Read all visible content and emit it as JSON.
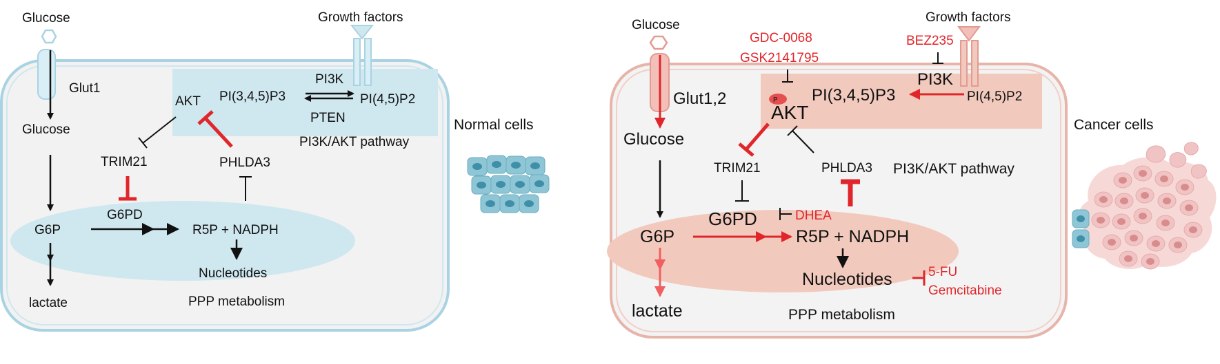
{
  "colors": {
    "normal_membrane": "#a9d3e3",
    "normal_fill": "#f2f2f2",
    "normal_accent": "#cfe7ef",
    "cancer_membrane": "#e7b4aa",
    "cancer_fill": "#f3f3f3",
    "cancer_accent": "#f2c9bd",
    "inhibit_red": "#e0262b",
    "arrow_black": "#111111",
    "normal_cell_fill": "#8fc6d6",
    "normal_cell_nucleus": "#3f8fa8",
    "cancer_cell_fill": "#f0c4c4",
    "cancer_cell_nucleus": "#d98c8c"
  },
  "normal": {
    "glucose_top": "Glucose",
    "growth_factors": "Growth factors",
    "glut": "Glut1",
    "pi3k": "PI3K",
    "pip3": "PI(3,4,5)P3",
    "pip2": "PI(4,5)P2",
    "pten": "PTEN",
    "akt": "AKT",
    "pathway": "PI3K/AKT pathway",
    "glucose": "Glucose",
    "trim21": "TRIM21",
    "phlda3": "PHLDA3",
    "g6pd": "G6PD",
    "g6p": "G6P",
    "r5p": "R5P + NADPH",
    "nucleotides": "Nucleotides",
    "lactate": "lactate",
    "ppp": "PPP metabolism",
    "cells_label": "Normal cells"
  },
  "cancer": {
    "glucose_top": "Glucose",
    "growth_factors": "Growth factors",
    "drug_akt_1": "GDC-0068",
    "drug_akt_2": "GSK2141795",
    "drug_pi3k": "BEZ235",
    "pi3k": "PI3K",
    "glut": "Glut1,2",
    "pip3": "PI(3,4,5)P3",
    "pip2": "PI(4,5)P2",
    "akt": "AKT",
    "p_marker": "P",
    "glucose": "Glucose",
    "trim21": "TRIM21",
    "phlda3": "PHLDA3",
    "pathway": "PI3K/AKT pathway",
    "g6pd": "G6PD",
    "dhea": "DHEA",
    "g6p": "G6P",
    "r5p": "R5P + NADPH",
    "nucleotides": "Nucleotides",
    "drug_nuc_1": "5-FU",
    "drug_nuc_2": "Gemcitabine",
    "lactate": "lactate",
    "ppp": "PPP metabolism",
    "cells_label": "Cancer cells"
  }
}
